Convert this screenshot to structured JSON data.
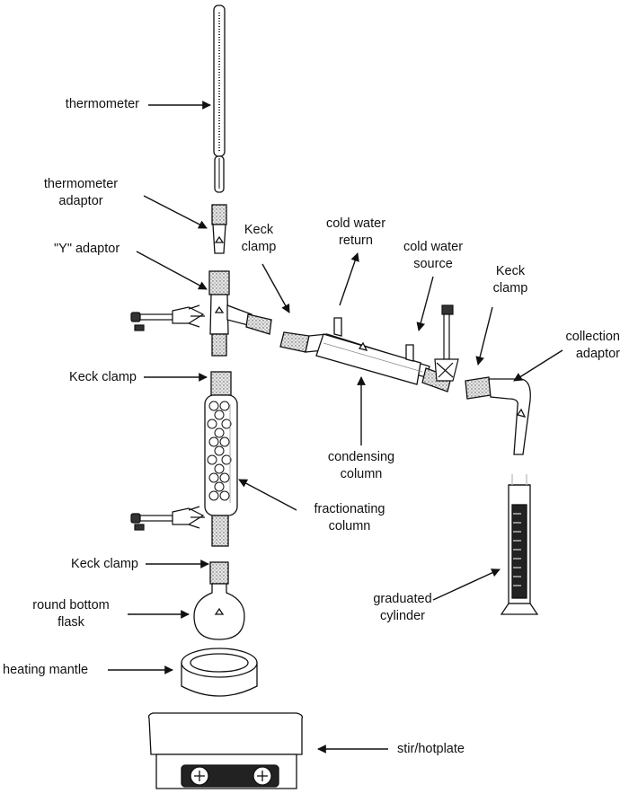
{
  "labels": {
    "thermometer": "thermometer",
    "thermometer_adaptor": [
      "thermometer",
      "adaptor"
    ],
    "y_adaptor": "\"Y\" adaptor",
    "keck_clamp_top": [
      "Keck",
      "clamp"
    ],
    "cold_water_return": [
      "cold water",
      "return"
    ],
    "cold_water_source": [
      "cold water",
      "source"
    ],
    "keck_clamp_right": [
      "Keck",
      "clamp"
    ],
    "collection_adaptor": [
      "collection",
      "adaptor"
    ],
    "keck_clamp_mid": "Keck clamp",
    "condensing_column": [
      "condensing",
      "column"
    ],
    "fractionating_column": [
      "fractionating",
      "column"
    ],
    "keck_clamp_bottom": "Keck clamp",
    "round_bottom_flask": [
      "round bottom",
      "flask"
    ],
    "graduated_cylinder": [
      "graduated",
      "cylinder"
    ],
    "heating_mantle": "heating mantle",
    "stir_hotplate": "stir/hotplate"
  },
  "colors": {
    "stroke": "#111111",
    "glass": "#ffffff",
    "ground_glass": "#d9d9d9",
    "liquid": "#1a1a1a"
  }
}
